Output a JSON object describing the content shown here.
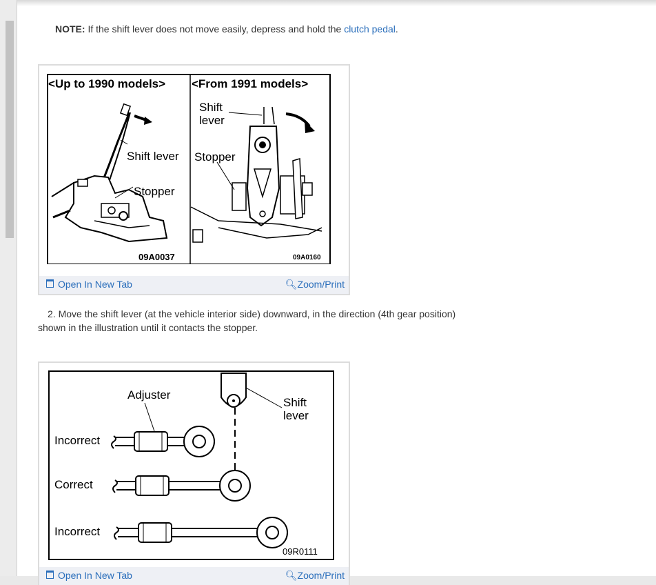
{
  "note": {
    "label": "NOTE:",
    "text": "If the shift lever does not move easily, depress and hold the",
    "link": "clutch pedal",
    "end": "."
  },
  "figure1": {
    "panel1_title": "<Up to 1990 models>",
    "panel2_title": "<From 1991 models>",
    "label_shift_lever": "Shift lever",
    "label_stopper": "Stopper",
    "label_shift2_a": "Shift",
    "label_shift2_b": "lever",
    "label_stopper2": "Stopper",
    "code1": "09A0037",
    "code2": "09A0160"
  },
  "bar1": {
    "open": "Open In New Tab",
    "zoom": "Zoom/Print"
  },
  "step2": {
    "line1": "2. Move the shift lever (at the vehicle interior side) downward, in the direction (4th gear position)",
    "line2": "shown in the illustration until it contacts the stopper."
  },
  "figure2": {
    "adjuster": "Adjuster",
    "shift_a": "Shift",
    "shift_b": "lever",
    "incorrect1": "Incorrect",
    "correct": "Correct",
    "incorrect2": "Incorrect",
    "code": "09R0111"
  },
  "bar2": {
    "open": "Open In New Tab",
    "zoom": "Zoom/Print"
  },
  "icons": [
    "open-tab-icon",
    "zoom-icon"
  ]
}
